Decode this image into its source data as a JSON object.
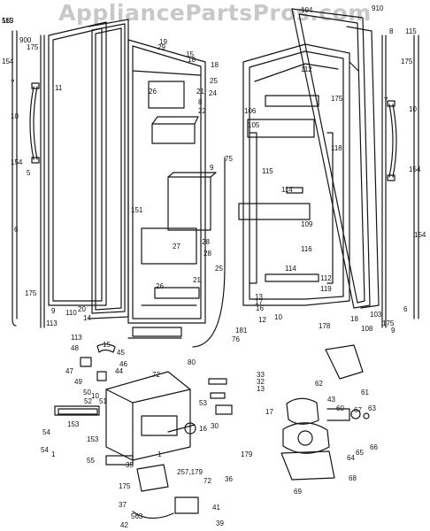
{
  "watermark": "AppliancePartsPros.com",
  "part_labels": [
    "115",
    "900",
    "175",
    "154",
    "7",
    "10",
    "154",
    "5",
    "11",
    "6",
    "175",
    "9",
    "113",
    "1",
    "19",
    "29",
    "15",
    "18",
    "18",
    "21",
    "25",
    "24",
    "8",
    "26",
    "22",
    "9",
    "75",
    "151",
    "28",
    "27",
    "28",
    "25",
    "21",
    "26",
    "110",
    "14",
    "20",
    "15",
    "76",
    "80",
    "910",
    "104",
    "112",
    "175",
    "106",
    "105",
    "118",
    "115",
    "114",
    "109",
    "116",
    "114",
    "112",
    "13",
    "119",
    "17",
    "16",
    "12",
    "181",
    "10",
    "178",
    "18",
    "108",
    "103",
    "8",
    "115",
    "175",
    "7",
    "10",
    "154",
    "154",
    "6",
    "175",
    "9",
    "113",
    "48",
    "45",
    "46",
    "44",
    "47",
    "49",
    "50",
    "10",
    "52",
    "72",
    "153",
    "153",
    "51",
    "53",
    "33",
    "32",
    "13",
    "17",
    "16",
    "30",
    "54",
    "54",
    "55",
    "1",
    "35",
    "257,179",
    "179",
    "175",
    "36",
    "72",
    "37",
    "563",
    "42",
    "41",
    "39",
    "43",
    "62",
    "61",
    "60",
    "67",
    "63",
    "65",
    "66",
    "64",
    "68",
    "69",
    "563"
  ]
}
